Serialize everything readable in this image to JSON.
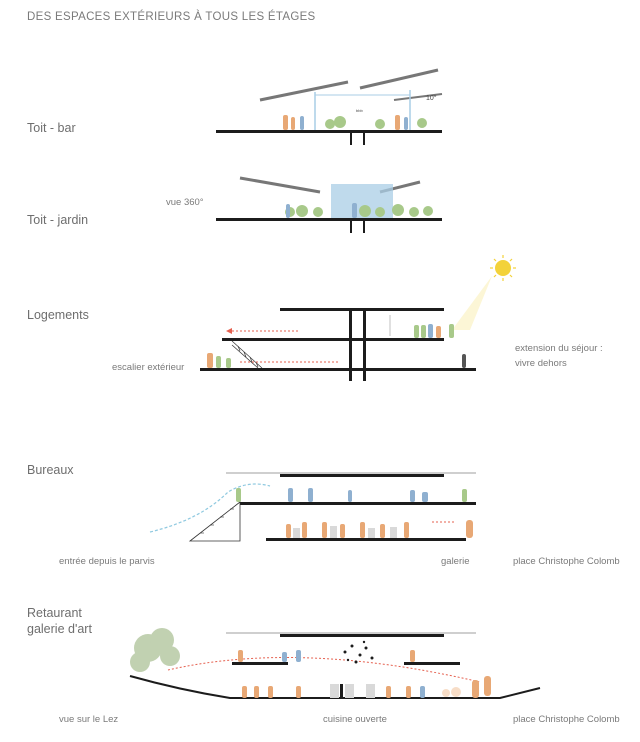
{
  "title": "DES ESPACES EXTÉRIEURS À TOUS LES ÉTAGES",
  "levels": {
    "roof_bar": "Toit - bar",
    "roof_garden": "Toit - jardin",
    "housing": "Logements",
    "offices": "Bureaux",
    "restaurant_line1": "Retaurant",
    "restaurant_line2": "galerie d'art"
  },
  "captions": {
    "view_360": "vue 360°",
    "exterior_stair": "escalier extérieur",
    "living_extension_line1": "extension du séjour :",
    "living_extension_line2": "vivre dehors",
    "entry": "entrée depuis le parvis",
    "gallery": "galerie",
    "place_offices": "place Christophe Colomb",
    "view_lez": "vue sur le Lez",
    "open_kitchen": "cuisine ouverte",
    "place_restaurant": "place Christophe Colomb"
  },
  "annotations": {
    "roof_angle": "10°",
    "roof_small": "bbb"
  },
  "colors": {
    "structure": "#1c1c1c",
    "glass": "#a9cde6",
    "planting": "#a8c98a",
    "people_warm": "#e8a875",
    "people_cool": "#8fb0d0",
    "path_red": "#e5604f",
    "sun": "#f3d23a"
  }
}
